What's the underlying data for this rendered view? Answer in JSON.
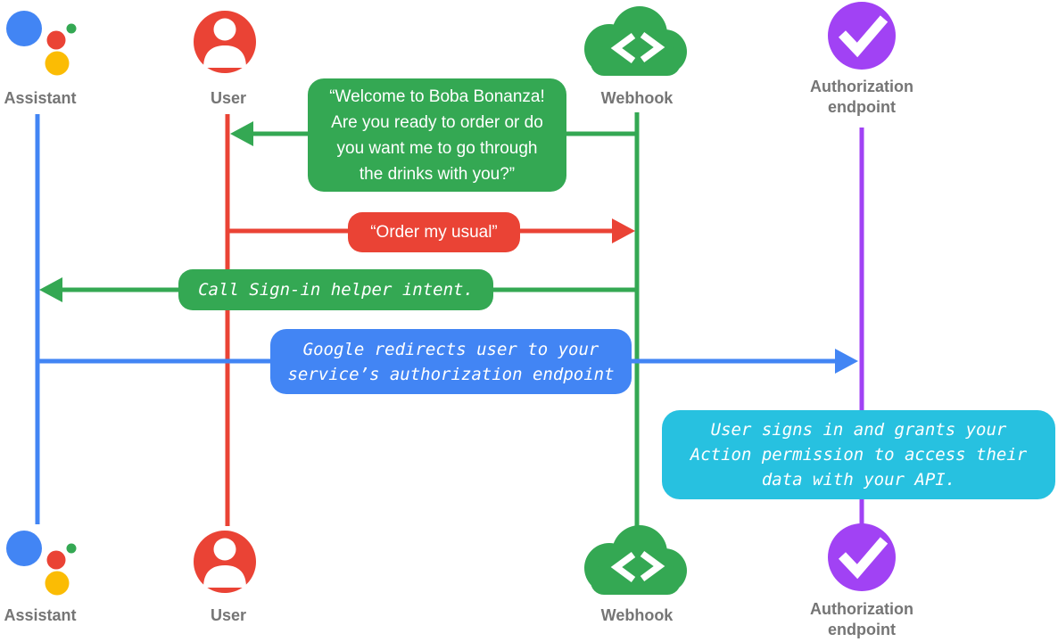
{
  "actors": {
    "assistant": {
      "label": "Assistant",
      "color": "#4285F4"
    },
    "user": {
      "label": "User",
      "color": "#EA4335"
    },
    "webhook": {
      "label": "Webhook",
      "color": "#34A853"
    },
    "auth": {
      "label": "Authorization endpoint",
      "color": "#A142F4"
    }
  },
  "messages": {
    "welcome": {
      "from": "Webhook",
      "to": "User",
      "color": "#34A853",
      "lines": [
        "“Welcome to Boba Bonanza!",
        "Are you ready to order or do",
        "you want me to go through",
        "the drinks with you?”"
      ]
    },
    "order": {
      "from": "User",
      "to": "Webhook",
      "color": "#EA4335",
      "text": "“Order my usual”"
    },
    "signin": {
      "from": "Webhook",
      "to": "Assistant",
      "color": "#34A853",
      "text": "Call Sign-in helper intent."
    },
    "redirect": {
      "from": "Assistant",
      "to": "Authorization endpoint",
      "color": "#4285F4",
      "lines": [
        "Google redirects user to your",
        "service’s authorization endpoint"
      ]
    },
    "note": {
      "on": "Authorization endpoint",
      "color": "#27C1E0",
      "lines": [
        "User signs in and grants your",
        "Action permission to access their",
        "data with your API."
      ]
    }
  }
}
